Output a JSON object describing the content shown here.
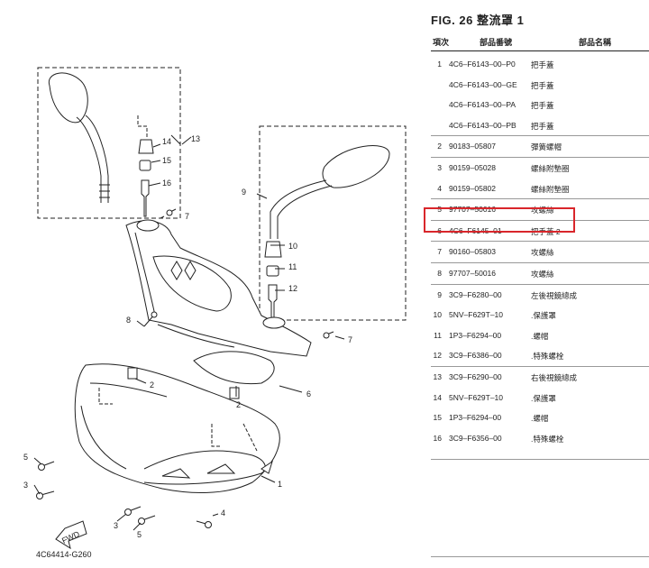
{
  "figure": {
    "title": "FIG. 26   整流罩 1",
    "header_no": "項次",
    "header_part_number": "部品番號",
    "header_part_name": "部品名稱",
    "diagram_code": "4C64414-G260",
    "fwd_label": "FWD"
  },
  "callouts": {
    "c1": "1",
    "c2a": "2",
    "c2b": "2",
    "c3a": "3",
    "c3b": "3",
    "c4": "4",
    "c5a": "5",
    "c5b": "5",
    "c6": "6",
    "c7a": "7",
    "c7b": "7",
    "c8": "8",
    "c9": "9",
    "c10": "10",
    "c11": "11",
    "c12": "12",
    "c13": "13",
    "c14": "14",
    "c15": "15",
    "c16": "16"
  },
  "parts": [
    {
      "no": "1",
      "part_number": "4C6–F6143–00–P0",
      "name": "把手蓋",
      "sep": true
    },
    {
      "no": "",
      "part_number": "4C6–F6143–00–GE",
      "name": "把手蓋",
      "sep": false
    },
    {
      "no": "",
      "part_number": "4C6–F6143–00–PA",
      "name": "把手蓋",
      "sep": false
    },
    {
      "no": "",
      "part_number": "4C6–F6143–00–PB",
      "name": "把手蓋",
      "sep": false
    },
    {
      "no": "2",
      "part_number": "90183–05807",
      "name": "彈簧螺帽",
      "sep": true
    },
    {
      "no": "3",
      "part_number": "90159–05028",
      "name": "螺絲附墊圈",
      "sep": true
    },
    {
      "no": "4",
      "part_number": "90159–05802",
      "name": "螺絲附墊圈",
      "sep": false
    },
    {
      "no": "5",
      "part_number": "97707–50016",
      "name": "攻螺絲",
      "sep": true
    },
    {
      "no": "6",
      "part_number": "4C6–F6145–01",
      "name": "把手蓋 2",
      "sep": true
    },
    {
      "no": "7",
      "part_number": "90160–05803",
      "name": "攻螺絲",
      "sep": true
    },
    {
      "no": "8",
      "part_number": "97707–50016",
      "name": "攻螺絲",
      "sep": true
    },
    {
      "no": "9",
      "part_number": "3C9–F6280–00",
      "name": "左後視鏡總成",
      "sep": true
    },
    {
      "no": "10",
      "part_number": "5NV–F629T–10",
      "name": ".保護罩",
      "sep": false
    },
    {
      "no": "11",
      "part_number": "1P3–F6294–00",
      "name": ".螺帽",
      "sep": false
    },
    {
      "no": "12",
      "part_number": "3C9–F6386–00",
      "name": ".特殊螺栓",
      "sep": false
    },
    {
      "no": "13",
      "part_number": "3C9–F6290–00",
      "name": "右後視鏡總成",
      "sep": true
    },
    {
      "no": "14",
      "part_number": "5NV–F629T–10",
      "name": ".保護罩",
      "sep": false
    },
    {
      "no": "15",
      "part_number": "1P3–F6294–00",
      "name": ".螺帽",
      "sep": false
    },
    {
      "no": "16",
      "part_number": "3C9–F6356–00",
      "name": ".特殊螺栓",
      "sep": false
    }
  ],
  "highlight_color": "#d9262b"
}
